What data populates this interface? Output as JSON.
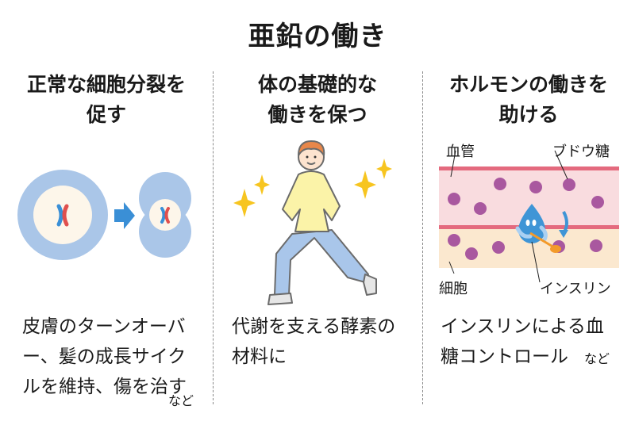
{
  "title": "亜鉛の働き",
  "columns": [
    {
      "heading_lines": [
        "正常な細胞分裂を",
        "促す"
      ],
      "illustration": "cell-division",
      "description_lines": [
        "皮膚のターンオーバ",
        "ー、髪の成長サイク",
        "ルを維持、傷を治す"
      ],
      "suffix": "など"
    },
    {
      "heading_lines": [
        "体の基礎的な",
        "働きを保つ"
      ],
      "illustration": "person-stretching-with-sparkles",
      "description_lines": [
        "代謝を支える酵素の",
        "材料に"
      ],
      "suffix": ""
    },
    {
      "heading_lines": [
        "ホルモンの働きを",
        "助ける"
      ],
      "illustration": "insulin-blood-vessel",
      "labels": {
        "blood_vessel": "血管",
        "glucose": "ブドウ糖",
        "cell": "細胞",
        "insulin": "インスリン"
      },
      "description_lines": [
        "インスリンによる血",
        "糖コントロール"
      ],
      "suffix": "など"
    }
  ],
  "colors": {
    "cell_outer": "#aac6e8",
    "cell_inner": "#fdf6ea",
    "chromosome_blue": "#3a8fd6",
    "chromosome_red": "#e0504e",
    "arrow_blue": "#3a8fd6",
    "sparkle": "#f7c520",
    "hoodie": "#fbf3a8",
    "pants": "#a9c6ea",
    "hair": "#e8874a",
    "vessel_wall": "#e46a7e",
    "vessel_fill": "#f9dcdf",
    "cell_fill": "#fbe8cf",
    "glucose": "#a9589f",
    "insulin": "#3f95d6",
    "spoon": "#f39a2a"
  }
}
